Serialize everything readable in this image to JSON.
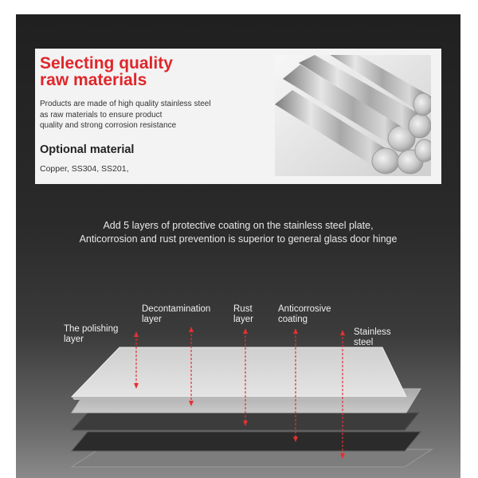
{
  "card": {
    "title": "Selecting quality\nraw materials",
    "description": "Products are made of high quality stainless steel\nas raw materials to ensure product\nquality and strong corrosion resistance",
    "subtitle": "Optional material",
    "materials": "Copper, SS304,  SS201,"
  },
  "caption": {
    "line1": "Add 5 layers of protective coating on the stainless steel plate,",
    "line2": "Anticorrosion and rust prevention is superior to general glass door hinge"
  },
  "layer_labels": {
    "polishing": "The polishing\nlayer",
    "decontamination": "Decontamination\n layer",
    "rust": "Rust\nlayer",
    "anticorrosive": "Anticorrosive\ncoating",
    "stainless": "Stainless\n  steel"
  },
  "colors": {
    "title_red": "#e0262a",
    "arrow_red": "#e53030"
  }
}
